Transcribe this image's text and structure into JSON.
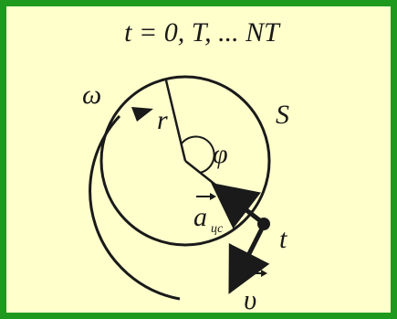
{
  "labels": {
    "time": "t = 0, T, ... NT",
    "omega": "ω",
    "radius": "r",
    "phi": "φ",
    "surface": "S",
    "accel_main": "a",
    "accel_sub": "цс",
    "t_point": "t",
    "velocity": "υ"
  },
  "colors": {
    "frame": "#1f9a1f",
    "panel": "#ffffcc",
    "ink": "#1a1a1a"
  }
}
